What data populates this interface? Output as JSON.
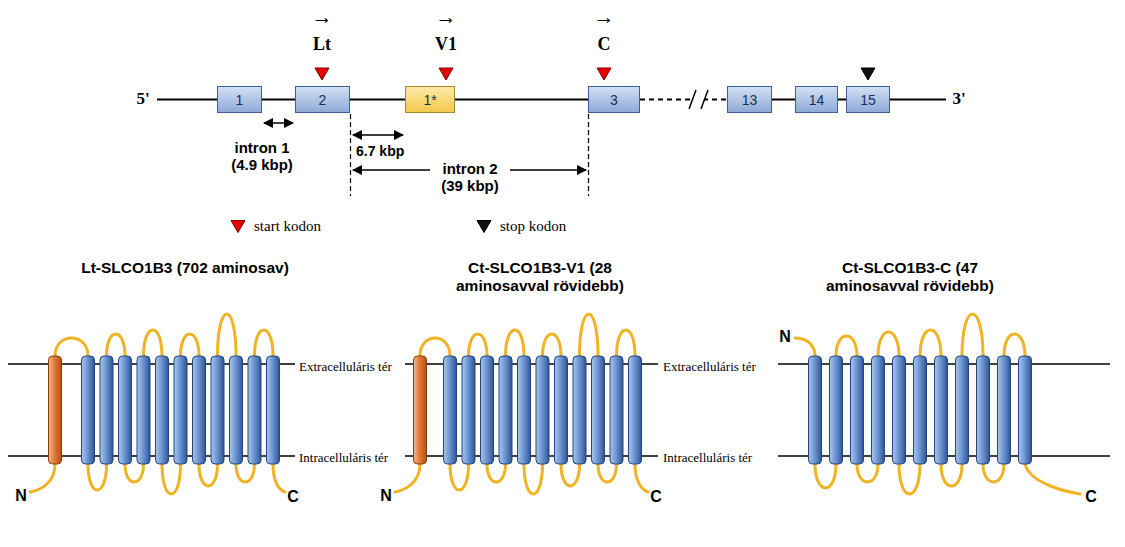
{
  "diagram": {
    "nodes": [
      {
        "text": [
          "1"
        ]
      },
      {
        "text": [
          "2"
        ]
      },
      {
        "text": [
          "1*"
        ]
      },
      {
        "text": [
          "3"
        ]
      },
      {
        "text": [
          "13"
        ]
      },
      {
        "text": [
          "14"
        ]
      },
      {
        "text": [
          "15"
        ]
      }
    ],
    "edges": [
      {
        "from": 0,
        "to": 1,
        "arrow": "none"
      },
      {
        "from": 1,
        "to": 2,
        "arrow": "none"
      },
      {
        "from": 2,
        "to": 3,
        "arrow": "none"
      },
      {
        "from": 3,
        "to": 4,
        "arrow": "none"
      },
      {
        "from": 4,
        "to": 5,
        "arrow": "none"
      },
      {
        "from": 5,
        "to": 6,
        "arrow": "none"
      }
    ],
    "labels": [
      "→",
      "→",
      "→",
      "Lt",
      "V1",
      "C",
      "5'",
      "3'",
      "intron 1 (4.9 kbp)",
      "6.7 kbp",
      "intron 2 (39 kbp)",
      "Lt-SLCO1B3 (702 aminosav)",
      "Ct-SLCO1B3-V1 (28 aminosavval rövidebb)",
      "Ct-SLCO1B3-C (47 aminosavval rövidebb)",
      "Extracelluláris tér",
      "Intracelluláris tér",
      "Extracelluláris tér",
      "Intracelluláris tér",
      "N",
      "C",
      "N",
      "C",
      "N",
      "C"
    ],
    "legend": [
      {
        "text": "start kodon"
      },
      {
        "text": "stop kodon"
      }
    ]
  }
}
